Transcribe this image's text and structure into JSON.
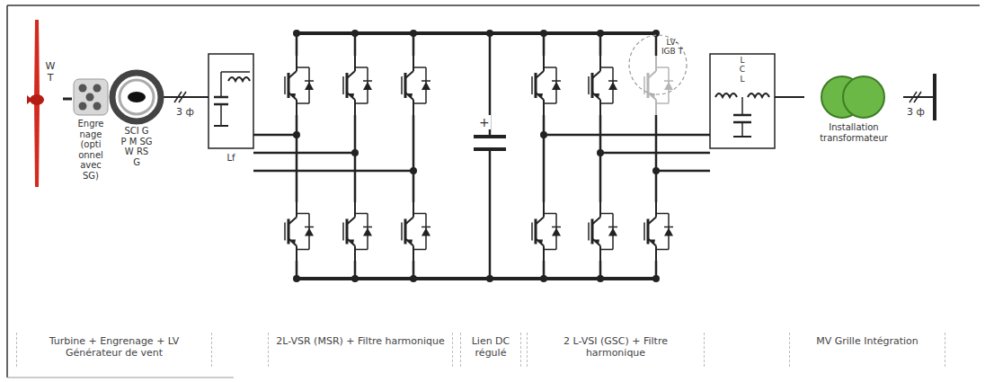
{
  "diagram": {
    "nodes": [
      {
        "text": [
          "W T"
        ]
      },
      {
        "text": [
          "Engre nage (opti onnel avec SG)"
        ]
      },
      {
        "text": [
          "SCI G P M SG W RS G"
        ]
      },
      {
        "text": [
          "Lf"
        ]
      },
      {
        "text": [
          "L C L"
        ]
      },
      {
        "text": [
          "LV- IGB T"
        ]
      },
      {
        "text": [
          "Installation transformateur"
        ]
      },
      {
        "text": [
          "Turbine + Engrenage + LV Générateur de vent"
        ]
      },
      {
        "text": [
          "2L-VSR (MSR) + Filtre harmonique"
        ]
      },
      {
        "text": [
          "Lien DC régulé"
        ]
      },
      {
        "text": [
          "2 L-VSI (GSC) + Filtre harmonique"
        ]
      },
      {
        "text": [
          "MV Grille Intégration"
        ]
      }
    ],
    "edges": [
      {
        "from": 0,
        "to": 1,
        "arrow": "none"
      },
      {
        "from": 1,
        "to": 2,
        "arrow": "none"
      },
      {
        "from": 2,
        "to": 3,
        "label": "3 ф",
        "arrow": "none"
      },
      {
        "from": 4,
        "to": 6,
        "arrow": "none"
      }
    ],
    "labels": [
      "3 ф",
      "+"
    ]
  }
}
